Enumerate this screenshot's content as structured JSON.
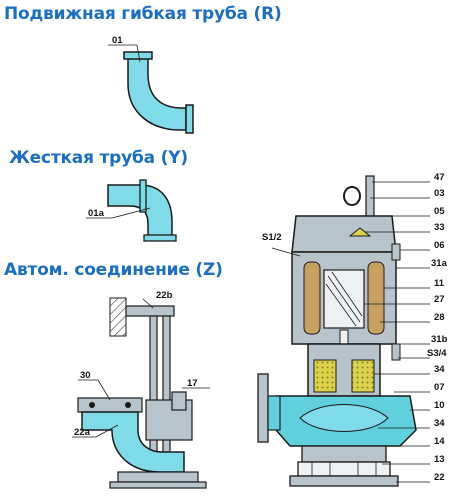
{
  "headings": {
    "flexible_pipe": "Подвижная гибкая труба (R)",
    "rigid_pipe": "Жесткая труба (Y)",
    "auto_coupling": "Автом. соединение (Z)"
  },
  "part_labels": {
    "flexible_pipe": [
      "01"
    ],
    "rigid_pipe": [
      "01a"
    ],
    "auto_coupling": [
      "22b",
      "30",
      "17",
      "22a"
    ],
    "pump_left": [
      "S1/2"
    ],
    "pump_right": [
      "47",
      "03",
      "05",
      "33",
      "06",
      "31a",
      "11",
      "27",
      "28",
      "31b",
      "S3/4",
      "34",
      "07",
      "10",
      "34",
      "14",
      "13",
      "22"
    ]
  },
  "colors": {
    "heading": "#1a6fc4",
    "water": "#7fdbe8",
    "motor_body": "#b8c4cc",
    "impeller": "#5fd0dc",
    "seal": "#d9d24a",
    "winding": "#c8a060",
    "outline": "#1a1a1a"
  }
}
